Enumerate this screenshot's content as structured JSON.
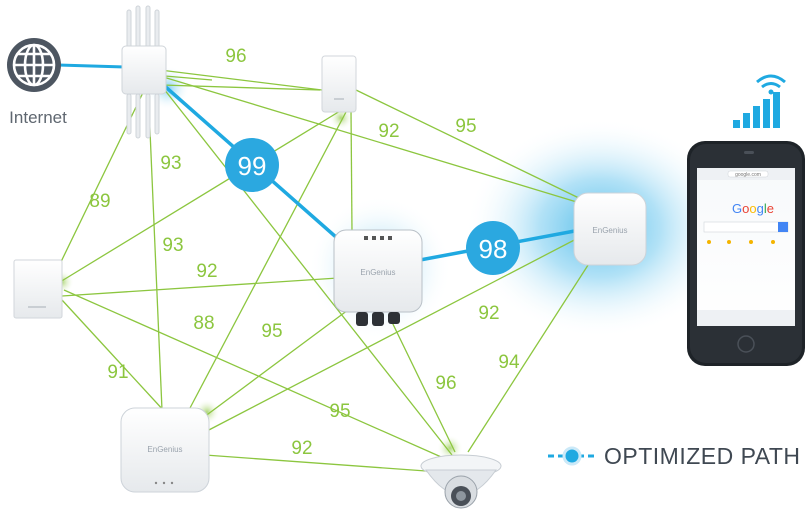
{
  "internet_label": "Internet",
  "legend_label": "OPTIMIZED PATH",
  "device_brand": "EnGenius",
  "phone": {
    "search_logo": "Google"
  },
  "optimized_badges": [
    "99",
    "98"
  ],
  "links": [
    {
      "id": "l96",
      "label": "96"
    },
    {
      "id": "l95a",
      "label": "95"
    },
    {
      "id": "l92a",
      "label": "92"
    },
    {
      "id": "l93a",
      "label": "93"
    },
    {
      "id": "l89",
      "label": "89"
    },
    {
      "id": "l93b",
      "label": "93"
    },
    {
      "id": "l92b",
      "label": "92"
    },
    {
      "id": "l88",
      "label": "88"
    },
    {
      "id": "l95b",
      "label": "95"
    },
    {
      "id": "l92c",
      "label": "92"
    },
    {
      "id": "l91",
      "label": "91"
    },
    {
      "id": "l94",
      "label": "94"
    },
    {
      "id": "l96b",
      "label": "96"
    },
    {
      "id": "l95c",
      "label": "95"
    },
    {
      "id": "l92d",
      "label": "92"
    }
  ],
  "colors": {
    "link_green": "#8cc63f",
    "path_blue": "#1fa9e1",
    "badge_blue": "#2ba8e0",
    "text_grey": "#3f4852"
  }
}
